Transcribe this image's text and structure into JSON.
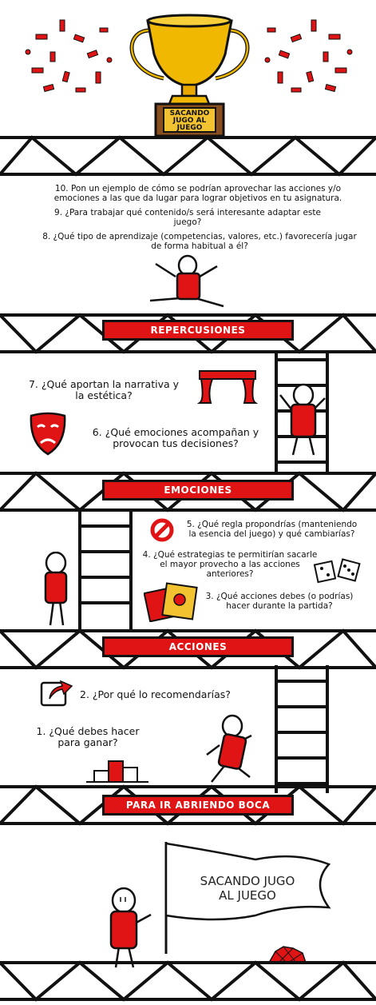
{
  "header": {
    "trophy_plaque": "SACANDO\nJUGO AL\nJUEGO"
  },
  "sections": [
    {
      "banner": "REPERCUSIONES"
    },
    {
      "banner": "EMOCIONES"
    },
    {
      "banner": "ACCIONES"
    },
    {
      "banner": "PARA IR ABRIENDO BOCA"
    }
  ],
  "questions": {
    "q10": "10. Pon un ejemplo de cómo se podrían aprovechar las acciones y/o emociones a las que da lugar para lograr objetivos en tu asignatura.",
    "q9": "9. ¿Para trabajar qué contenido/s será interesante adaptar este juego?",
    "q8": "8. ¿Qué tipo de aprendizaje (competencias, valores, etc.) favorecería jugar de forma habitual a él?",
    "q7": "7. ¿Qué aportan la narrativa y la estética?",
    "q6": "6. ¿Qué emociones acompañan y provocan tus decisiones?",
    "q5": "5. ¿Qué regla propondrías (manteniendo la esencia del juego) y qué cambiarías?",
    "q4": "4. ¿Qué estrategias te permitirían sacarle el mayor provecho a las acciones anteriores?",
    "q3": "3. ¿Qué acciones debes (o podrías) hacer durante la partida?",
    "q2": "2. ¿Por qué lo recomendarías?",
    "q1": "1. ¿Qué debes hacer para ganar?"
  },
  "footer": {
    "flag_text": "SACANDO JUGO\nAL JUEGO"
  },
  "colors": {
    "accent": "#e01414",
    "ink": "#111111",
    "gold": "#e8b400"
  }
}
